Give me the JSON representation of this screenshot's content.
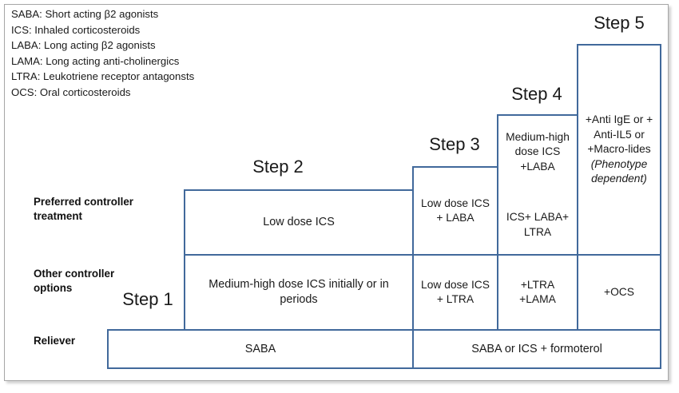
{
  "legend": {
    "lines": [
      "SABA: Short acting β2 agonists",
      "ICS: Inhaled corticosteroids",
      "LABA: Long acting β2 agonists",
      "LAMA: Long acting anti-cholinergics",
      "LTRA:  Leukotriene receptor antagonsts",
      "OCS: Oral corticosteroids"
    ]
  },
  "colors": {
    "cell_border": "#41699B",
    "frame_border": "#a6a6a6",
    "text": "#1a1a1a"
  },
  "steps": {
    "step1": "Step 1",
    "step2": "Step 2",
    "step3": "Step 3",
    "step4": "Step 4",
    "step5": "Step 5"
  },
  "row_labels": {
    "preferred": "Preferred controller treatment",
    "other": "Other controller options",
    "reliever": "Reliever"
  },
  "cells": {
    "preferred": {
      "step2": "Low dose ICS",
      "step3": "Low dose ICS + LABA",
      "step4_primary": "Medium-high dose ICS +LABA",
      "step4_secondary": "ICS+ LABA+ LTRA",
      "step5_main": "+Anti IgE or + Anti-IL5 or +Macro-lides",
      "step5_note": "(Phenotype dependent)"
    },
    "other": {
      "step2": "Medium-high dose ICS initially or in periods",
      "step3": "Low dose ICS + LTRA",
      "step4": "+LTRA +LAMA",
      "step5": "+OCS"
    },
    "reliever": {
      "left": "SABA",
      "right": "SABA or ICS + formoterol"
    }
  }
}
